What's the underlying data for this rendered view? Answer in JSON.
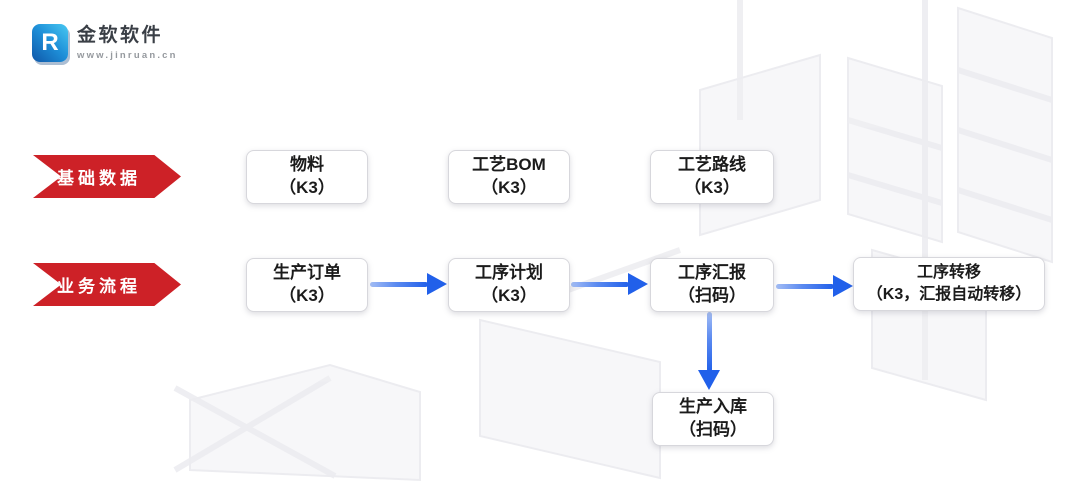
{
  "logo": {
    "icon_letter": "R",
    "company_name": "金软软件",
    "website": "www.jinruan.cn"
  },
  "banners": {
    "basic_data": "基础数据",
    "business_process": "业务流程"
  },
  "nodes": {
    "material": {
      "line1": "物料",
      "line2": "（K3）"
    },
    "process_bom": {
      "line1": "工艺BOM",
      "line2": "（K3）"
    },
    "process_routing": {
      "line1": "工艺路线",
      "line2": "（K3）"
    },
    "production_order": {
      "line1": "生产订单",
      "line2": "（K3）"
    },
    "operation_plan": {
      "line1": "工序计划",
      "line2": "（K3）"
    },
    "operation_report": {
      "line1": "工序汇报",
      "line2": "（扫码）"
    },
    "operation_transfer": {
      "line1": "工序转移",
      "line2": "（K3，汇报自动转移）"
    },
    "production_inbound": {
      "line1": "生产入库",
      "line2": "（扫码）"
    }
  },
  "edges": [
    {
      "from": "production_order",
      "to": "operation_plan",
      "direction": "right"
    },
    {
      "from": "operation_plan",
      "to": "operation_report",
      "direction": "right"
    },
    {
      "from": "operation_report",
      "to": "operation_transfer",
      "direction": "right"
    },
    {
      "from": "operation_report",
      "to": "production_inbound",
      "direction": "down"
    }
  ],
  "colors": {
    "banner_red": "#cd2127",
    "arrow_blue": "#2160ea",
    "logo_blue_light": "#49c8f2",
    "logo_blue_dark": "#0f57a8",
    "node_border": "#d7d7dc",
    "node_text": "#1b1b1b"
  }
}
